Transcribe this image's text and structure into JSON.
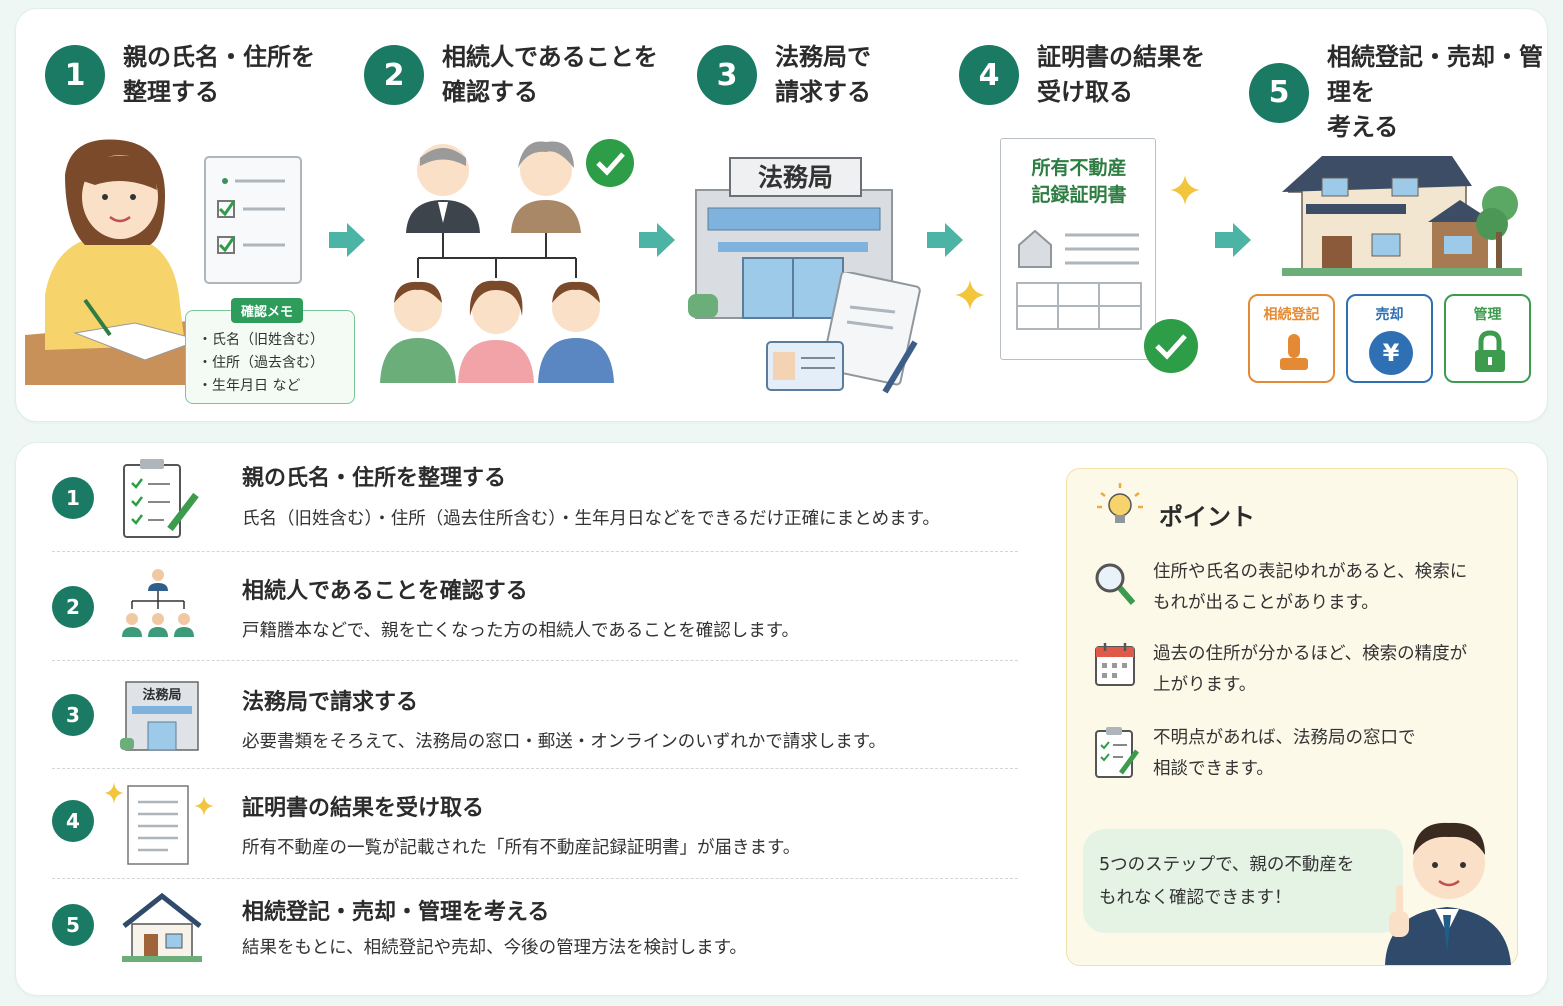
{
  "steps": [
    {
      "num": "1",
      "title": "親の氏名・住所を\n整理する"
    },
    {
      "num": "2",
      "title": "相続人であることを\n確認する"
    },
    {
      "num": "3",
      "title": "法務局で\n請求する"
    },
    {
      "num": "4",
      "title": "証明書の結果を\n受け取る"
    },
    {
      "num": "5",
      "title": "相続登記・売却・管理を\n考える"
    }
  ],
  "memo": {
    "tag": "確認メモ",
    "items": [
      "・氏名（旧姓含む）",
      "・住所（過去含む）",
      "・生年月日 など"
    ]
  },
  "building_sign": "法務局",
  "certificate_title": "所有不動産\n記録証明書",
  "tiles": [
    {
      "label": "相続登記",
      "color": "#e58a34",
      "icon": "stamp-icon"
    },
    {
      "label": "売却",
      "color": "#2f6fb3",
      "icon": "yen-icon"
    },
    {
      "label": "管理",
      "color": "#3d9b4e",
      "icon": "lock-icon"
    }
  ],
  "list": [
    {
      "num": "1",
      "title": "親の氏名・住所を整理する",
      "desc": "氏名（旧姓含む）・住所（過去住所含む）・生年月日などをできるだけ正確にまとめます。",
      "icon": "clipboard-checklist-icon"
    },
    {
      "num": "2",
      "title": "相続人であることを確認する",
      "desc": "戸籍謄本などで、親を亡くなった方の相続人であることを確認します。",
      "icon": "family-tree-icon"
    },
    {
      "num": "3",
      "title": "法務局で請求する",
      "desc": "必要書類をそろえて、法務局の窓口・郵送・オンラインのいずれかで請求します。",
      "icon": "building-icon",
      "icon_label": "法務局"
    },
    {
      "num": "4",
      "title": "証明書の結果を受け取る",
      "desc": "所有不動産の一覧が記載された「所有不動産記録証明書」が届きます。",
      "icon": "document-icon"
    },
    {
      "num": "5",
      "title": "相続登記・売却・管理を考える",
      "desc": "結果をもとに、相続登記や売却、今後の管理方法を検討します。",
      "icon": "house-icon"
    }
  ],
  "point": {
    "title": "ポイント",
    "tips": [
      {
        "icon": "magnifier-icon",
        "text": "住所や氏名の表記ゆれがあると、検索に\nもれが出ることがあります。"
      },
      {
        "icon": "calendar-icon",
        "text": "過去の住所が分かるほど、検索の精度が\n上がります。"
      },
      {
        "icon": "clipboard-icon",
        "text": "不明点があれば、法務局の窓口で\n相談できます。"
      }
    ],
    "bubble": "5つのステップで、親の不動産を\nもれなく確認できます！"
  },
  "colors": {
    "accent": "#1a7a63",
    "arrow": "#4cb4a5",
    "check": "#2e9d47",
    "sparkle": "#f2c53d"
  }
}
